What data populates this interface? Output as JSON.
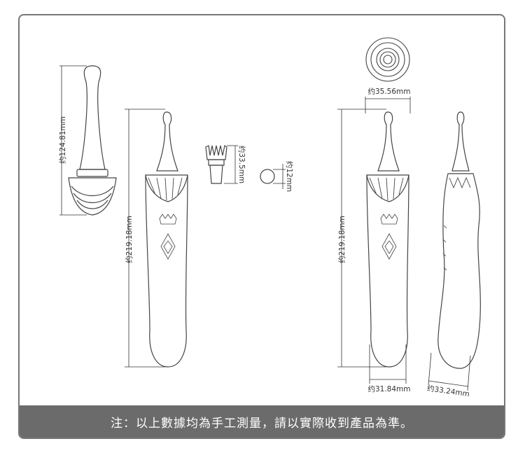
{
  "dimensions": {
    "head_height": "约124.81mm",
    "total_length_front": "约219.18mm",
    "brush_height": "约33.5mm",
    "ball_diameter": "约12mm",
    "head_diameter": "约35.56mm",
    "total_length_right": "约219.18mm",
    "base_width_front": "约31.84mm",
    "base_width_side": "约33.24mm"
  },
  "note": "注：以上數據均為手工測量，請以實際收到產品為準。",
  "colors": {
    "outline": "#444444",
    "note_bar": "#6b6b6b",
    "note_text": "#ffffff"
  }
}
